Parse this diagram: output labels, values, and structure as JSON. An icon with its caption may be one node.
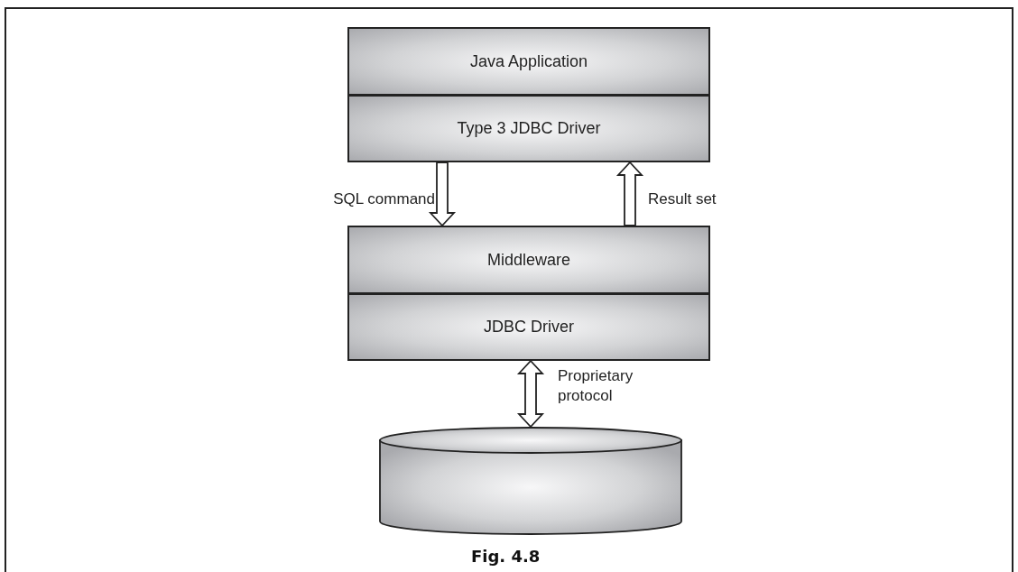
{
  "diagram": {
    "caption": "Fig. 4.8",
    "nodes": [
      {
        "text": [
          "Java Application"
        ]
      },
      {
        "text": [
          "Type 3 JDBC Driver"
        ]
      },
      {
        "text": [
          "Middleware"
        ]
      },
      {
        "text": [
          "JDBC Driver"
        ]
      },
      {
        "text": [],
        "shape": "cylinder"
      }
    ],
    "edges": [
      {
        "from": 1,
        "to": 2,
        "arrow": "to",
        "label": "SQL command"
      },
      {
        "from": 2,
        "to": 1,
        "arrow": "to",
        "label": "Result set"
      },
      {
        "from": 3,
        "to": 4,
        "arrow": "both",
        "label": "Proprietary protocol"
      }
    ]
  }
}
